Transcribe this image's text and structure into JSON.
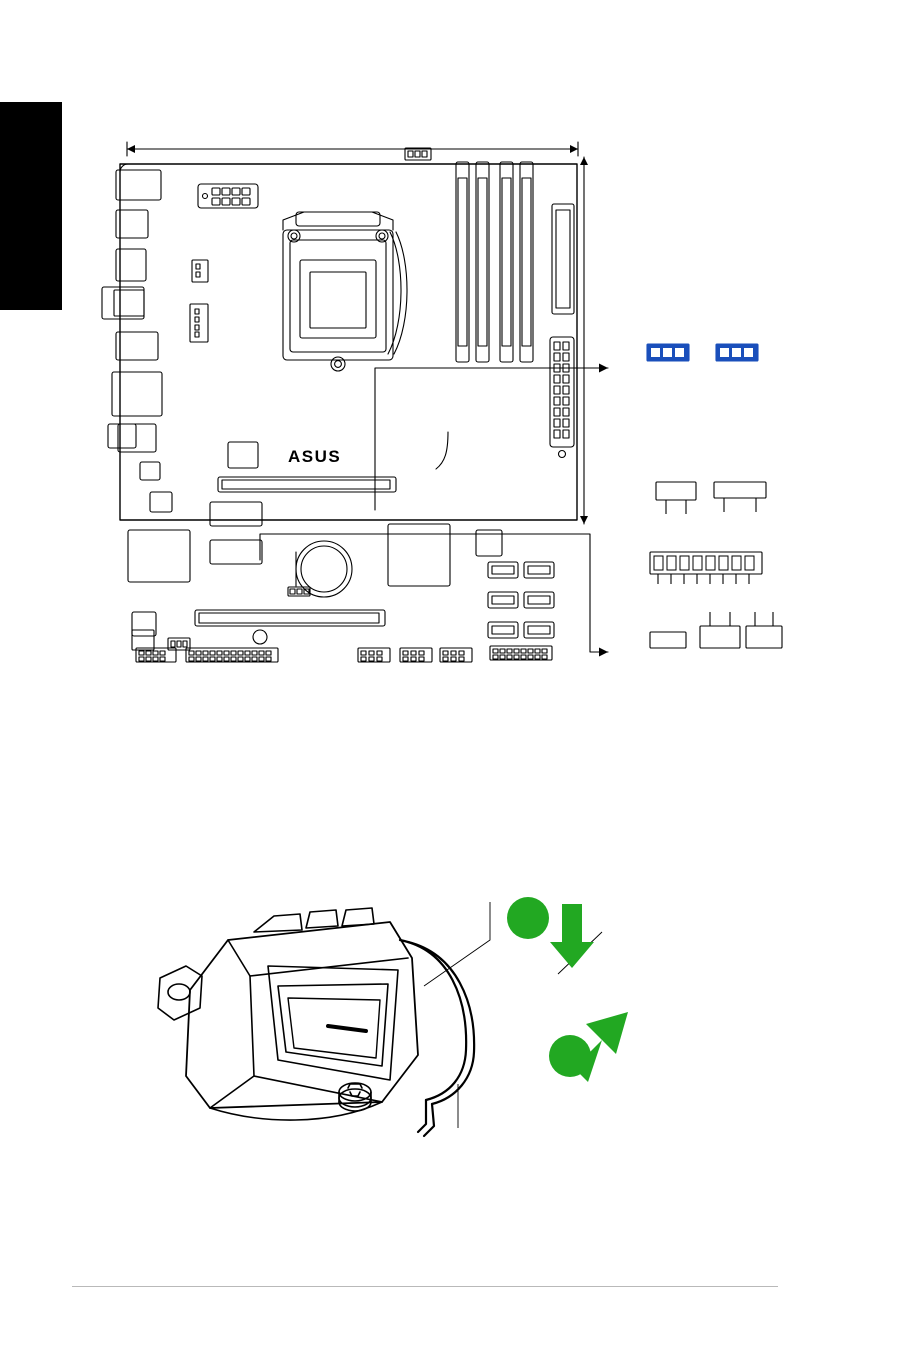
{
  "document": {
    "type": "motherboard-manual-page",
    "brand_logo": "ASUS",
    "page_background": "#ffffff"
  },
  "colors": {
    "line": "#000000",
    "jumper_blue": "#1a4fbb",
    "arrow_green": "#22a822",
    "tab_black": "#000000",
    "footer_rule": "#b9b9b9"
  },
  "figure_board": {
    "name": "motherboard-layout-diagram",
    "logo_text": "ASUS",
    "dimension_callouts": {
      "top_arrow": "width-dimension-arrow",
      "right_arrow": "height-dimension-arrow"
    },
    "leader_lines": [
      "upper-connector-leader",
      "lower-connector-leader"
    ],
    "legend_items": [
      {
        "name": "jumper-block-1",
        "type": "3-pin-jumper",
        "color": "#1a4fbb"
      },
      {
        "name": "jumper-block-2",
        "type": "3-pin-jumper",
        "color": "#1a4fbb"
      },
      {
        "name": "header-pair-small",
        "type": "connector"
      },
      {
        "name": "header-pair-wide",
        "type": "connector"
      },
      {
        "name": "front-panel-header-row",
        "type": "pin-header-row"
      },
      {
        "name": "bottom-connector-group",
        "type": "connector-group"
      }
    ]
  },
  "figure_socket": {
    "name": "cpu-socket-diagram",
    "callouts": [
      {
        "name": "load-plate-leader",
        "id": "leader-top"
      },
      {
        "name": "lever-leader",
        "id": "leader-right"
      },
      {
        "name": "retention-leader",
        "id": "leader-bottom"
      }
    ],
    "steps": [
      {
        "name": "step-marker-1",
        "label": "",
        "direction": "down",
        "color": "#22a822"
      },
      {
        "name": "step-marker-2",
        "label": "",
        "direction": "up-right",
        "color": "#22a822"
      }
    ]
  }
}
